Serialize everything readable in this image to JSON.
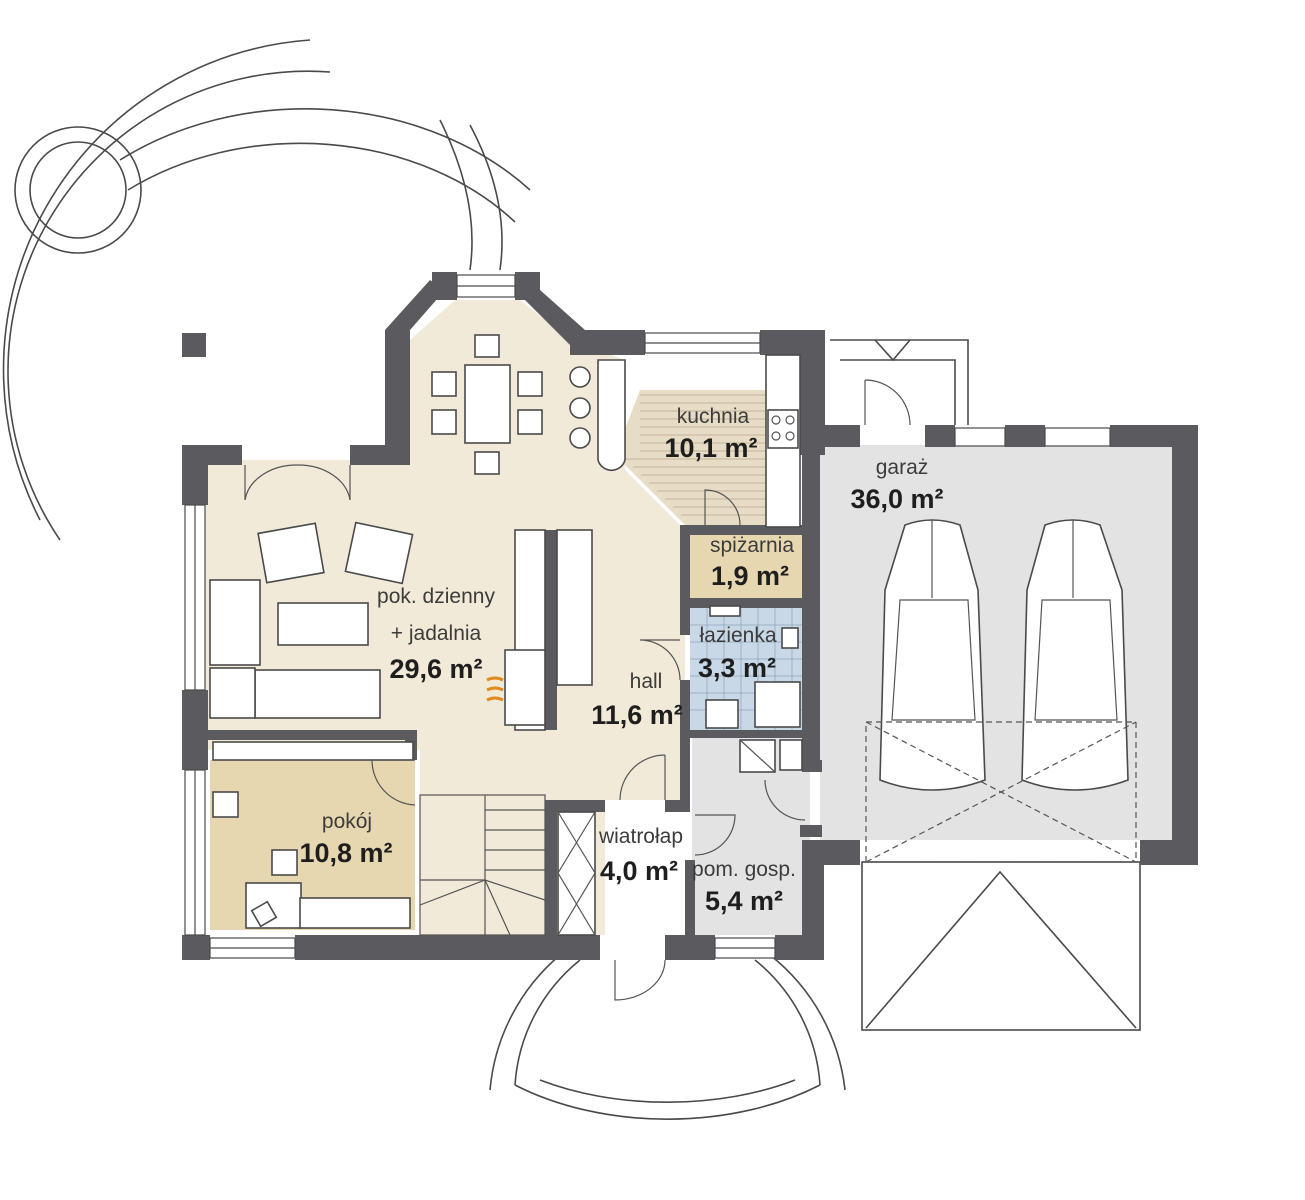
{
  "colors": {
    "wall": "#5b5b5f",
    "living_floor": "#f2ead8",
    "room_floor": "#e6d7b0",
    "kitchen_floor": "#e7dcc6",
    "bath_floor": "#c9d8e6",
    "garage_floor": "#e3e3e4",
    "utility_floor": "#e3e3e4"
  },
  "rooms": [
    {
      "id": "living",
      "name_line1": "pok. dzienny",
      "name_line2": "+ jadalnia",
      "area": "29,6 m²"
    },
    {
      "id": "kitchen",
      "name": "kuchnia",
      "area": "10,1 m²"
    },
    {
      "id": "pantry",
      "name": "spiżarnia",
      "area": "1,9 m²"
    },
    {
      "id": "bathroom",
      "name": "łazienka",
      "area": "3,3 m²"
    },
    {
      "id": "hall",
      "name": "hall",
      "area": "11,6 m²"
    },
    {
      "id": "bedroom",
      "name": "pokój",
      "area": "10,8 m²"
    },
    {
      "id": "vestibule",
      "name": "wiatrołap",
      "area": "4,0 m²"
    },
    {
      "id": "utility",
      "name": "pom. gosp.",
      "area": "5,4 m²"
    },
    {
      "id": "garage",
      "name": "garaż",
      "area": "36,0 m²"
    }
  ]
}
